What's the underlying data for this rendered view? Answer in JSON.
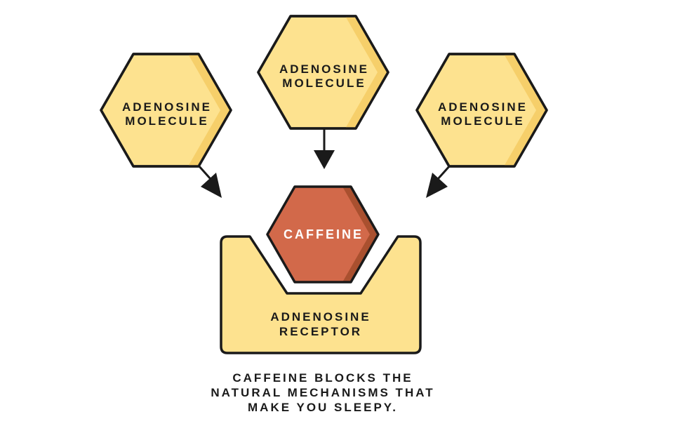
{
  "molecules": [
    {
      "line1": "ADENOSINE",
      "line2": "MOLECULE"
    },
    {
      "line1": "ADENOSINE",
      "line2": "MOLECULE"
    },
    {
      "line1": "ADENOSINE",
      "line2": "MOLECULE"
    }
  ],
  "caffeine": {
    "label": "CAFFEINE"
  },
  "receptor": {
    "line1": "ADNENOSINE",
    "line2": "RECEPTOR"
  },
  "caption": {
    "line1": "CAFFEINE BLOCKS THE",
    "line2": "NATURAL MECHANISMS THAT",
    "line3": "MAKE YOU SLEEPY."
  },
  "colors": {
    "hex_fill": "#fde28f",
    "hex_shade": "#f6cf6a",
    "caffeine_fill": "#d2694a",
    "caffeine_shade": "#a9502f",
    "outline": "#1a1a1a",
    "caption_text": "#1a1a1a"
  }
}
